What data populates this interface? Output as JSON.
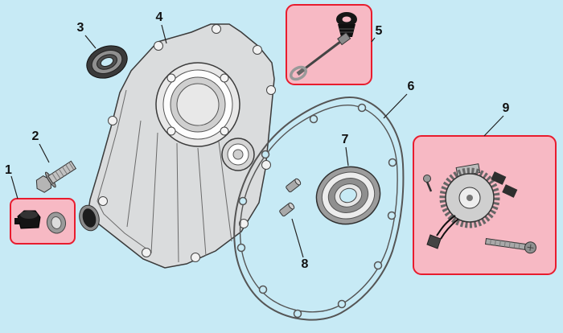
{
  "diagram": {
    "type": "exploded-parts-diagram",
    "callouts": [
      {
        "label": "1"
      },
      {
        "label": "2"
      },
      {
        "label": "3"
      },
      {
        "label": "4"
      },
      {
        "label": "5"
      },
      {
        "label": "6"
      },
      {
        "label": "7"
      },
      {
        "label": "8"
      },
      {
        "label": "9"
      }
    ]
  },
  "colors": {
    "background": "#c7eaf5",
    "highlight_fill": "#f7b9c4",
    "highlight_border": "#e81c2e",
    "callout_text": "#111111",
    "line_art": "#333333"
  }
}
